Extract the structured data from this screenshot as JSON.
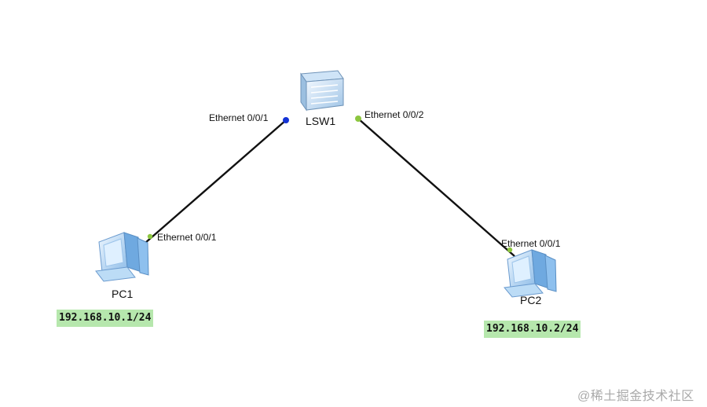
{
  "switch": {
    "name": "LSW1"
  },
  "pcs": [
    {
      "name": "PC1",
      "port": "Ethernet 0/0/1",
      "ip": "192.168.10.1/24"
    },
    {
      "name": "PC2",
      "port": "Ethernet 0/0/1",
      "ip": "192.168.10.2/24"
    }
  ],
  "links": [
    {
      "switch_port": "Ethernet 0/0/1",
      "pc": "PC1",
      "pc_port": "Ethernet 0/0/1",
      "switch_port_color": "#1433d6",
      "pc_port_color": "#8cc63f"
    },
    {
      "switch_port": "Ethernet 0/0/2",
      "pc": "PC2",
      "pc_port": "Ethernet 0/0/1",
      "switch_port_color": "#8cc63f",
      "pc_port_color": "#8cc63f"
    }
  ],
  "colors": {
    "link": "#111111",
    "ip_highlight": "#b6e7ad",
    "watermark": "#a9a9a9"
  },
  "icons": {
    "switch": "switch-icon",
    "pc": "pc-icon"
  },
  "watermark": "@稀土掘金技术社区"
}
